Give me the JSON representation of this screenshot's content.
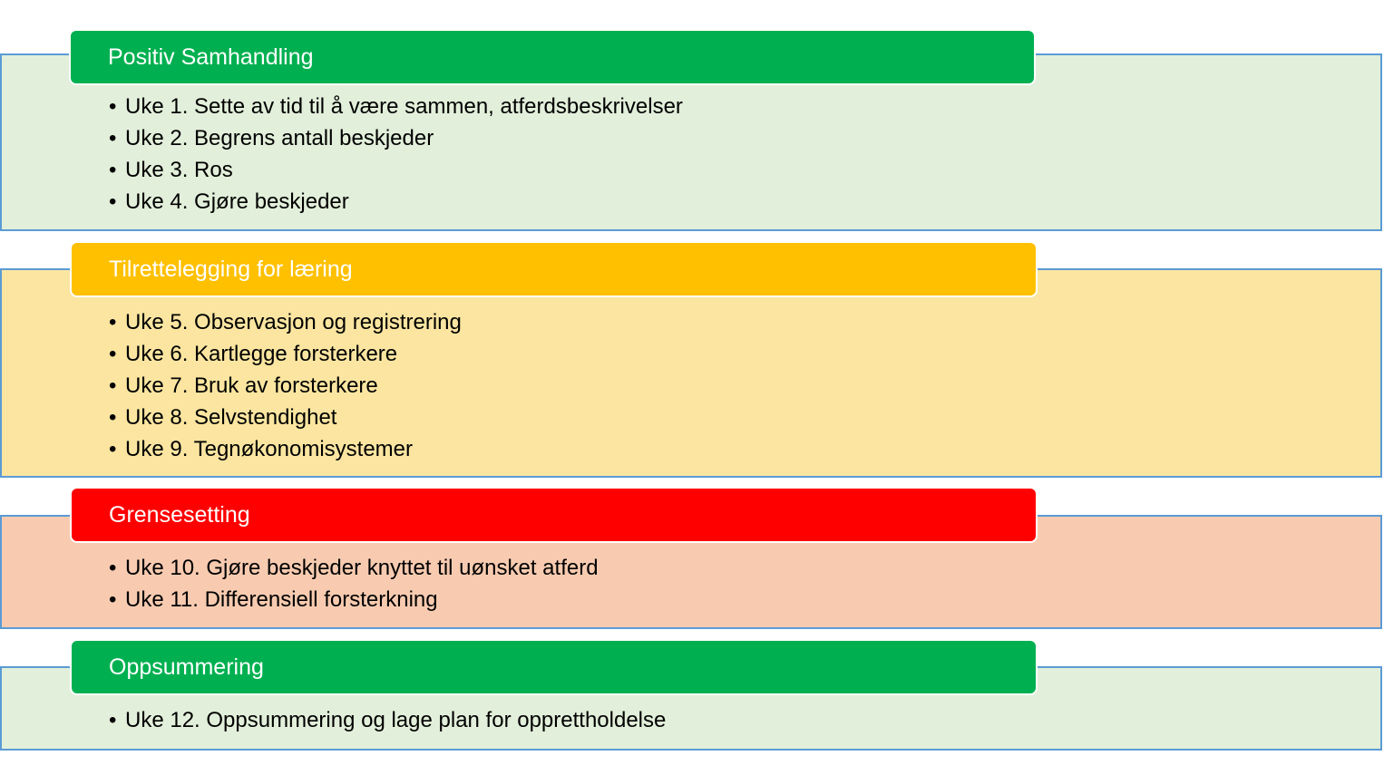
{
  "sections": [
    {
      "title": "Positiv Samhandling",
      "header_color": "#00b050",
      "bg_color": "#e2efda",
      "items": [
        "Uke 1. Sette av tid til å være sammen, atferdsbeskrivelser",
        "Uke 2. Begrens antall beskjeder",
        "Uke 3. Ros",
        "Uke 4. Gjøre beskjeder"
      ]
    },
    {
      "title": "Tilrettelegging for læring",
      "header_color": "#ffc000",
      "bg_color": "#fbe5a0",
      "items": [
        "Uke 5. Observasjon og registrering",
        "Uke 6. Kartlegge forsterkere",
        "Uke 7. Bruk av forsterkere",
        "Uke 8. Selvstendighet",
        "Uke 9. Tegnøkonomisystemer"
      ]
    },
    {
      "title": "Grensesetting",
      "header_color": "#ff0000",
      "bg_color": "#f8cbb0",
      "items": [
        "Uke 10. Gjøre beskjeder knyttet til uønsket atferd",
        "Uke 11. Differensiell forsterkning"
      ]
    },
    {
      "title": "Oppsummering",
      "header_color": "#00b050",
      "bg_color": "#e2efda",
      "items": [
        "Uke 12. Oppsummering og lage plan for opprettholdelse"
      ]
    }
  ],
  "bullet_char": "•",
  "border_color": "#5b9bd5"
}
